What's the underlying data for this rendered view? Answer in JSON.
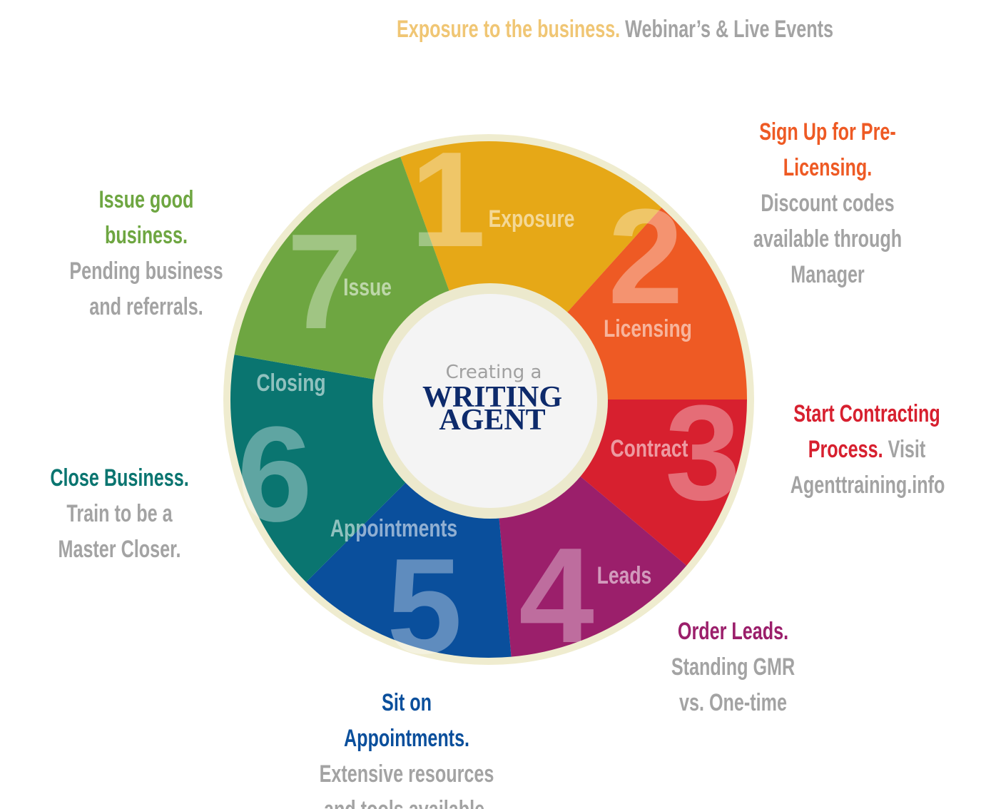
{
  "center": {
    "subtitle": "Creating a",
    "title_line1": "Writing",
    "title_line2": "Agent",
    "title_color": "#0d2a6b"
  },
  "steps": [
    {
      "number": "1",
      "label": "Exposure",
      "color": "#e6a817",
      "lead": "Exposure to the business.",
      "rest": "Webinar’s & Live Events",
      "lead_color": "#f0c674"
    },
    {
      "number": "2",
      "label": "Licensing",
      "color": "#ee5a24",
      "lead": "Sign Up for Pre-Licensing.",
      "rest": "Discount codes available through Manager",
      "lead_color": "#ee5a24"
    },
    {
      "number": "3",
      "label": "Contract",
      "color": "#d7202f",
      "lead": "Start Contracting Process.",
      "rest": "Visit Agenttraining.info",
      "lead_color": "#d7202f"
    },
    {
      "number": "4",
      "label": "Leads",
      "color": "#9b1f6b",
      "lead": "Order Leads.",
      "rest": "Standing GMR vs. One-time",
      "lead_color": "#9b1f6b"
    },
    {
      "number": "5",
      "label": "Appointments",
      "color": "#0a4f9c",
      "lead": "Sit on Appointments.",
      "rest": "Extensive resources and tools available.",
      "lead_color": "#0a4f9c"
    },
    {
      "number": "6",
      "label": "Closing",
      "color": "#0a7570",
      "lead": "Close Business.",
      "rest": "Train to be a Master Closer.",
      "lead_color": "#0a7570"
    },
    {
      "number": "7",
      "label": "Issue",
      "color": "#6ea641",
      "lead": "Issue good business.",
      "rest": "Pending business and referrals.",
      "lead_color": "#6ea641"
    }
  ]
}
